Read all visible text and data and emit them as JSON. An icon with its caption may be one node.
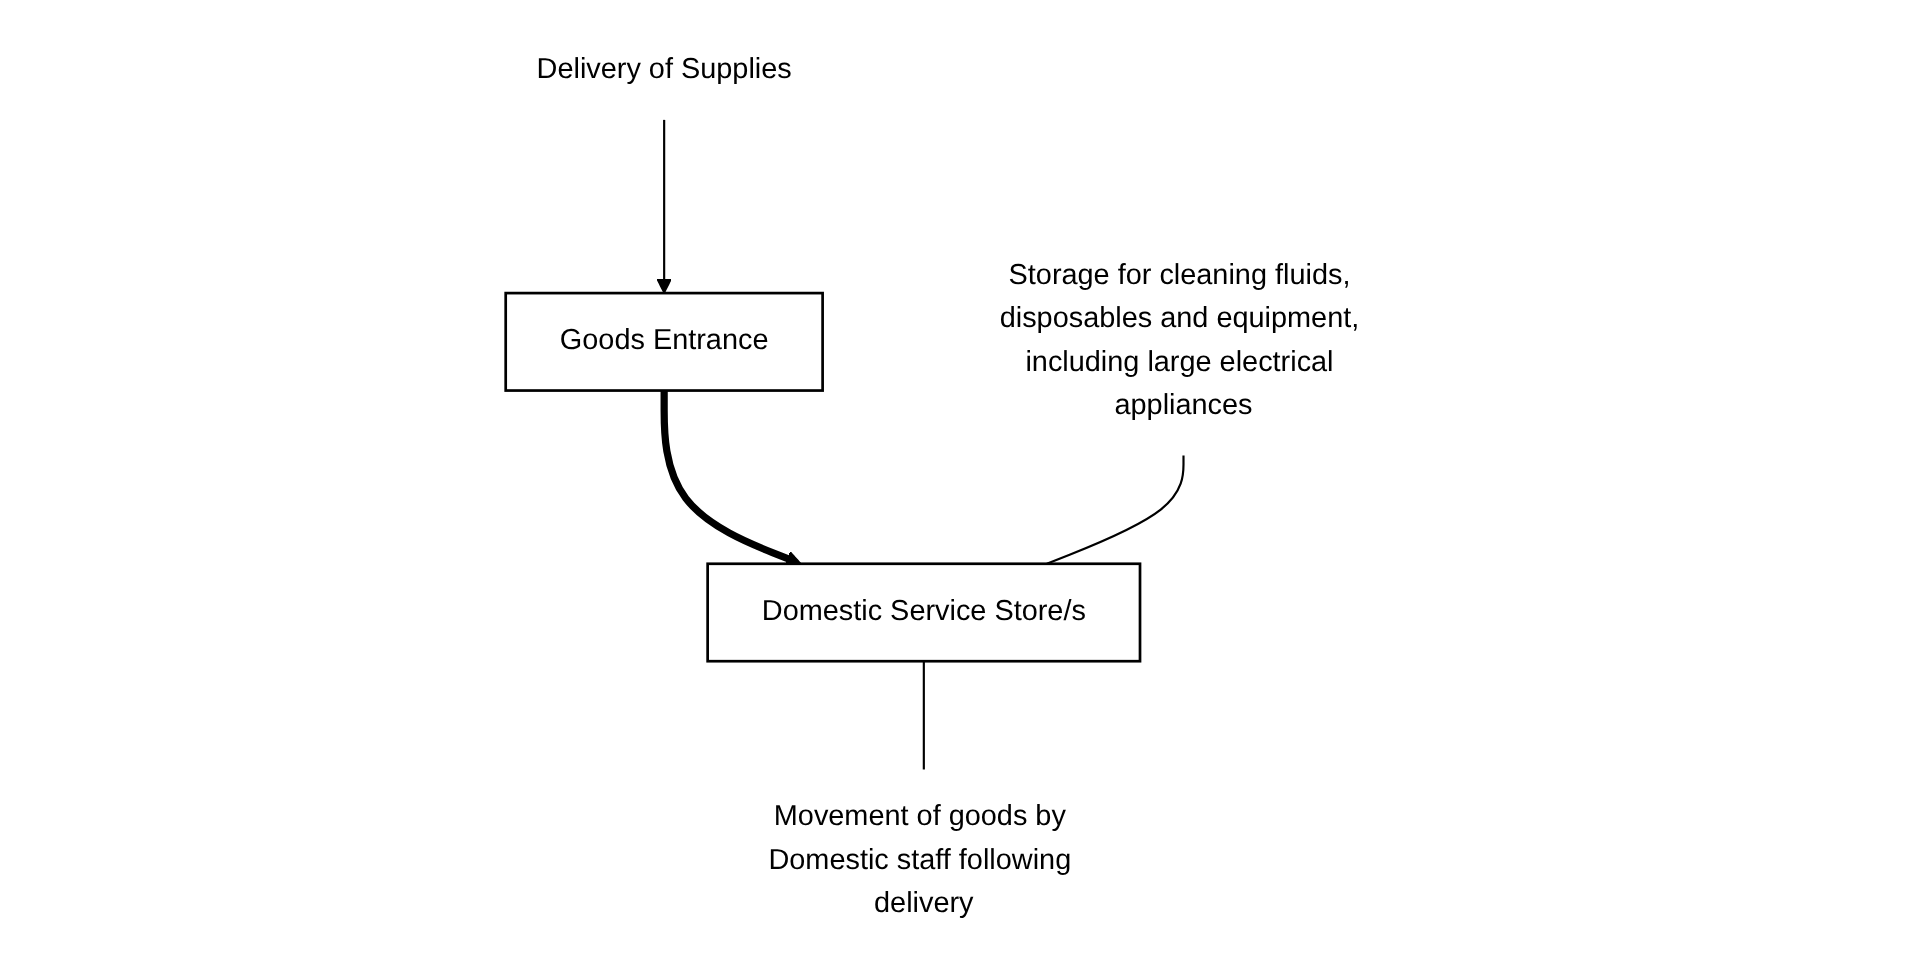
{
  "diagram": {
    "nodes": [
      {
        "text": [
          "Delivery of Supplies"
        ]
      },
      {
        "text": [
          "Goods Entrance"
        ]
      },
      {
        "text": [
          "Domestic Service Store/s"
        ]
      },
      {
        "text": [
          "Storage for cleaning fluids, disposables and equipment, including large electrical appliances"
        ]
      },
      {
        "text": [
          "Movement of goods by Domestic staff following delivery"
        ]
      }
    ],
    "edges": [
      {
        "from": 0,
        "to": 1,
        "arrow": "to"
      },
      {
        "from": 1,
        "to": 2,
        "arrow": "to",
        "style": "thick"
      },
      {
        "from": 3,
        "to": 2,
        "arrow": "none"
      },
      {
        "from": 2,
        "to": 4,
        "arrow": "none"
      }
    ]
  }
}
